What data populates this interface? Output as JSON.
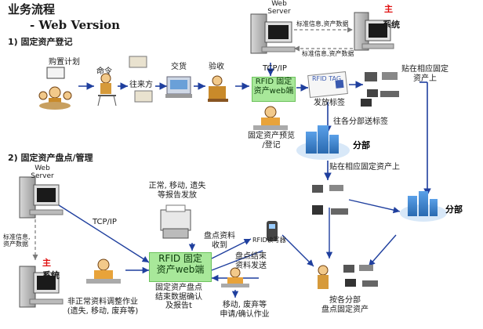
{
  "header": {
    "title_line1": "业务流程",
    "title_line2": "- Web Version"
  },
  "section1": {
    "title": "1) 固定资产登记",
    "purchase_plan": "购置计划",
    "order": "命令",
    "vendor": "往来方",
    "delivery": "交货",
    "inspection": "验收",
    "rfid_box": "RFID 固定\n资产web端",
    "issue_tag": "发放标签",
    "preview_register": "固定资产预览\n/登记",
    "tcpip": "TCP/IP",
    "server_top_label": "Web\nServer",
    "std_info_send": "标准信息,资产数据",
    "std_info_recv": "标准信息,资产数据",
    "main_system_zhu": "主",
    "main_system_sys": "系统",
    "tag_card_text": "RFID TAG",
    "send_tags_to_branch": "往各分部送标签",
    "attach_top": "贴在相应固定\n资产上",
    "branch_top": "分部",
    "attach_mid": "贴在相应固定资产上",
    "branch_right": "分部"
  },
  "section2": {
    "title": "2) 固定资产盘点/管理",
    "server_label": "Web\nServer",
    "tcpip": "TCP/IP",
    "std_info": "标准信息,\n资产数据",
    "main_system_zhu": "主",
    "main_system_sys": "系统",
    "report_items": "正常, 移动, 遗失\n等报告发放",
    "rfid_box": "RFID 固定\n资产web端",
    "inventory_data_recv": "盘点资料\n收到",
    "reader": "RFID读写器",
    "inventory_end_send": "盘点结束\n资料发送",
    "confirm_report": "固定资产盘点\n结束数据确认\n及报告t",
    "abnormal_adjust": "非正常资料调整作业\n(遗失, 移动, 废弃等)",
    "move_scrap": "移动, 废弃等\n申请/确认作业",
    "branch_inventory": "按各分部\n盘点固定资产"
  },
  "colors": {
    "rfid_green": "#a8e89a",
    "main_red": "#e01010",
    "arrow_blue": "#1f3f9e",
    "arrow_gray": "#7a7a7a"
  }
}
